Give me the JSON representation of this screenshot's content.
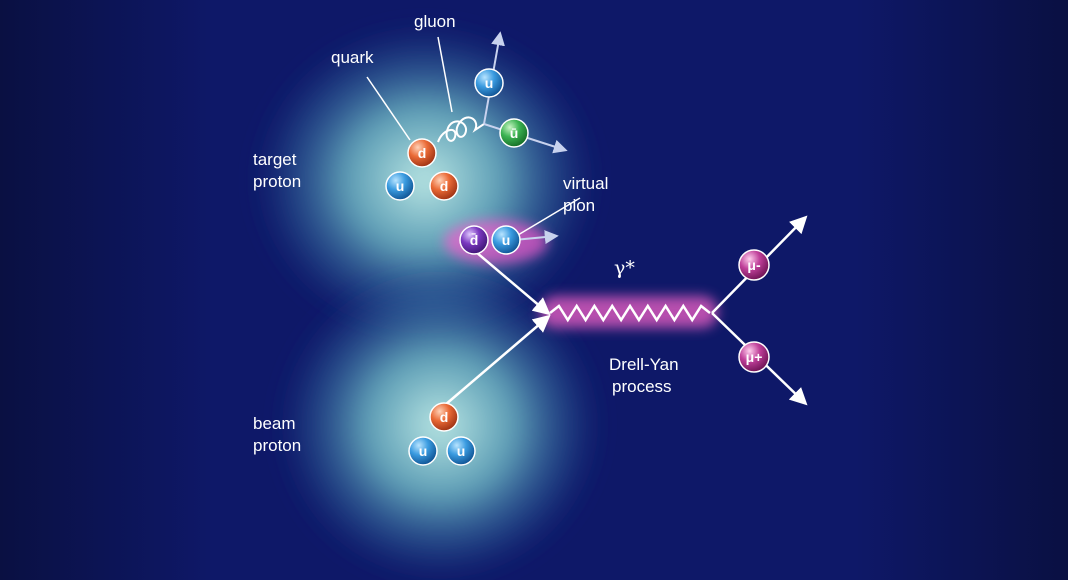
{
  "labels": {
    "quark": "quark",
    "gluon": "gluon",
    "target_proton_line1": "target",
    "target_proton_line2": "proton",
    "virtual_pion_line1": "virtual",
    "virtual_pion_line2": "pion",
    "beam_proton_line1": "beam",
    "beam_proton_line2": "proton",
    "gamma_star": "γ*",
    "drell_yan_line1": "Drell-Yan",
    "drell_yan_line2": "process"
  },
  "target_proton_quarks": [
    "d",
    "u",
    "d"
  ],
  "gluon_products": [
    "u",
    "ū"
  ],
  "virtual_pion_quarks": [
    "d̄",
    "u"
  ],
  "beam_proton_quarks": [
    "d",
    "u",
    "u"
  ],
  "muons": [
    "μ-",
    "μ+"
  ],
  "colors": {
    "background": "#0c145e",
    "cloud": "#8fe3e0",
    "u_quark": "#1e7fc6",
    "d_quark": "#e0582b",
    "anti_u_quark": "#2fa844",
    "anti_d_quark": "#6a2ca8",
    "muon": "#b02a84",
    "glow": "#ff6ad0"
  }
}
